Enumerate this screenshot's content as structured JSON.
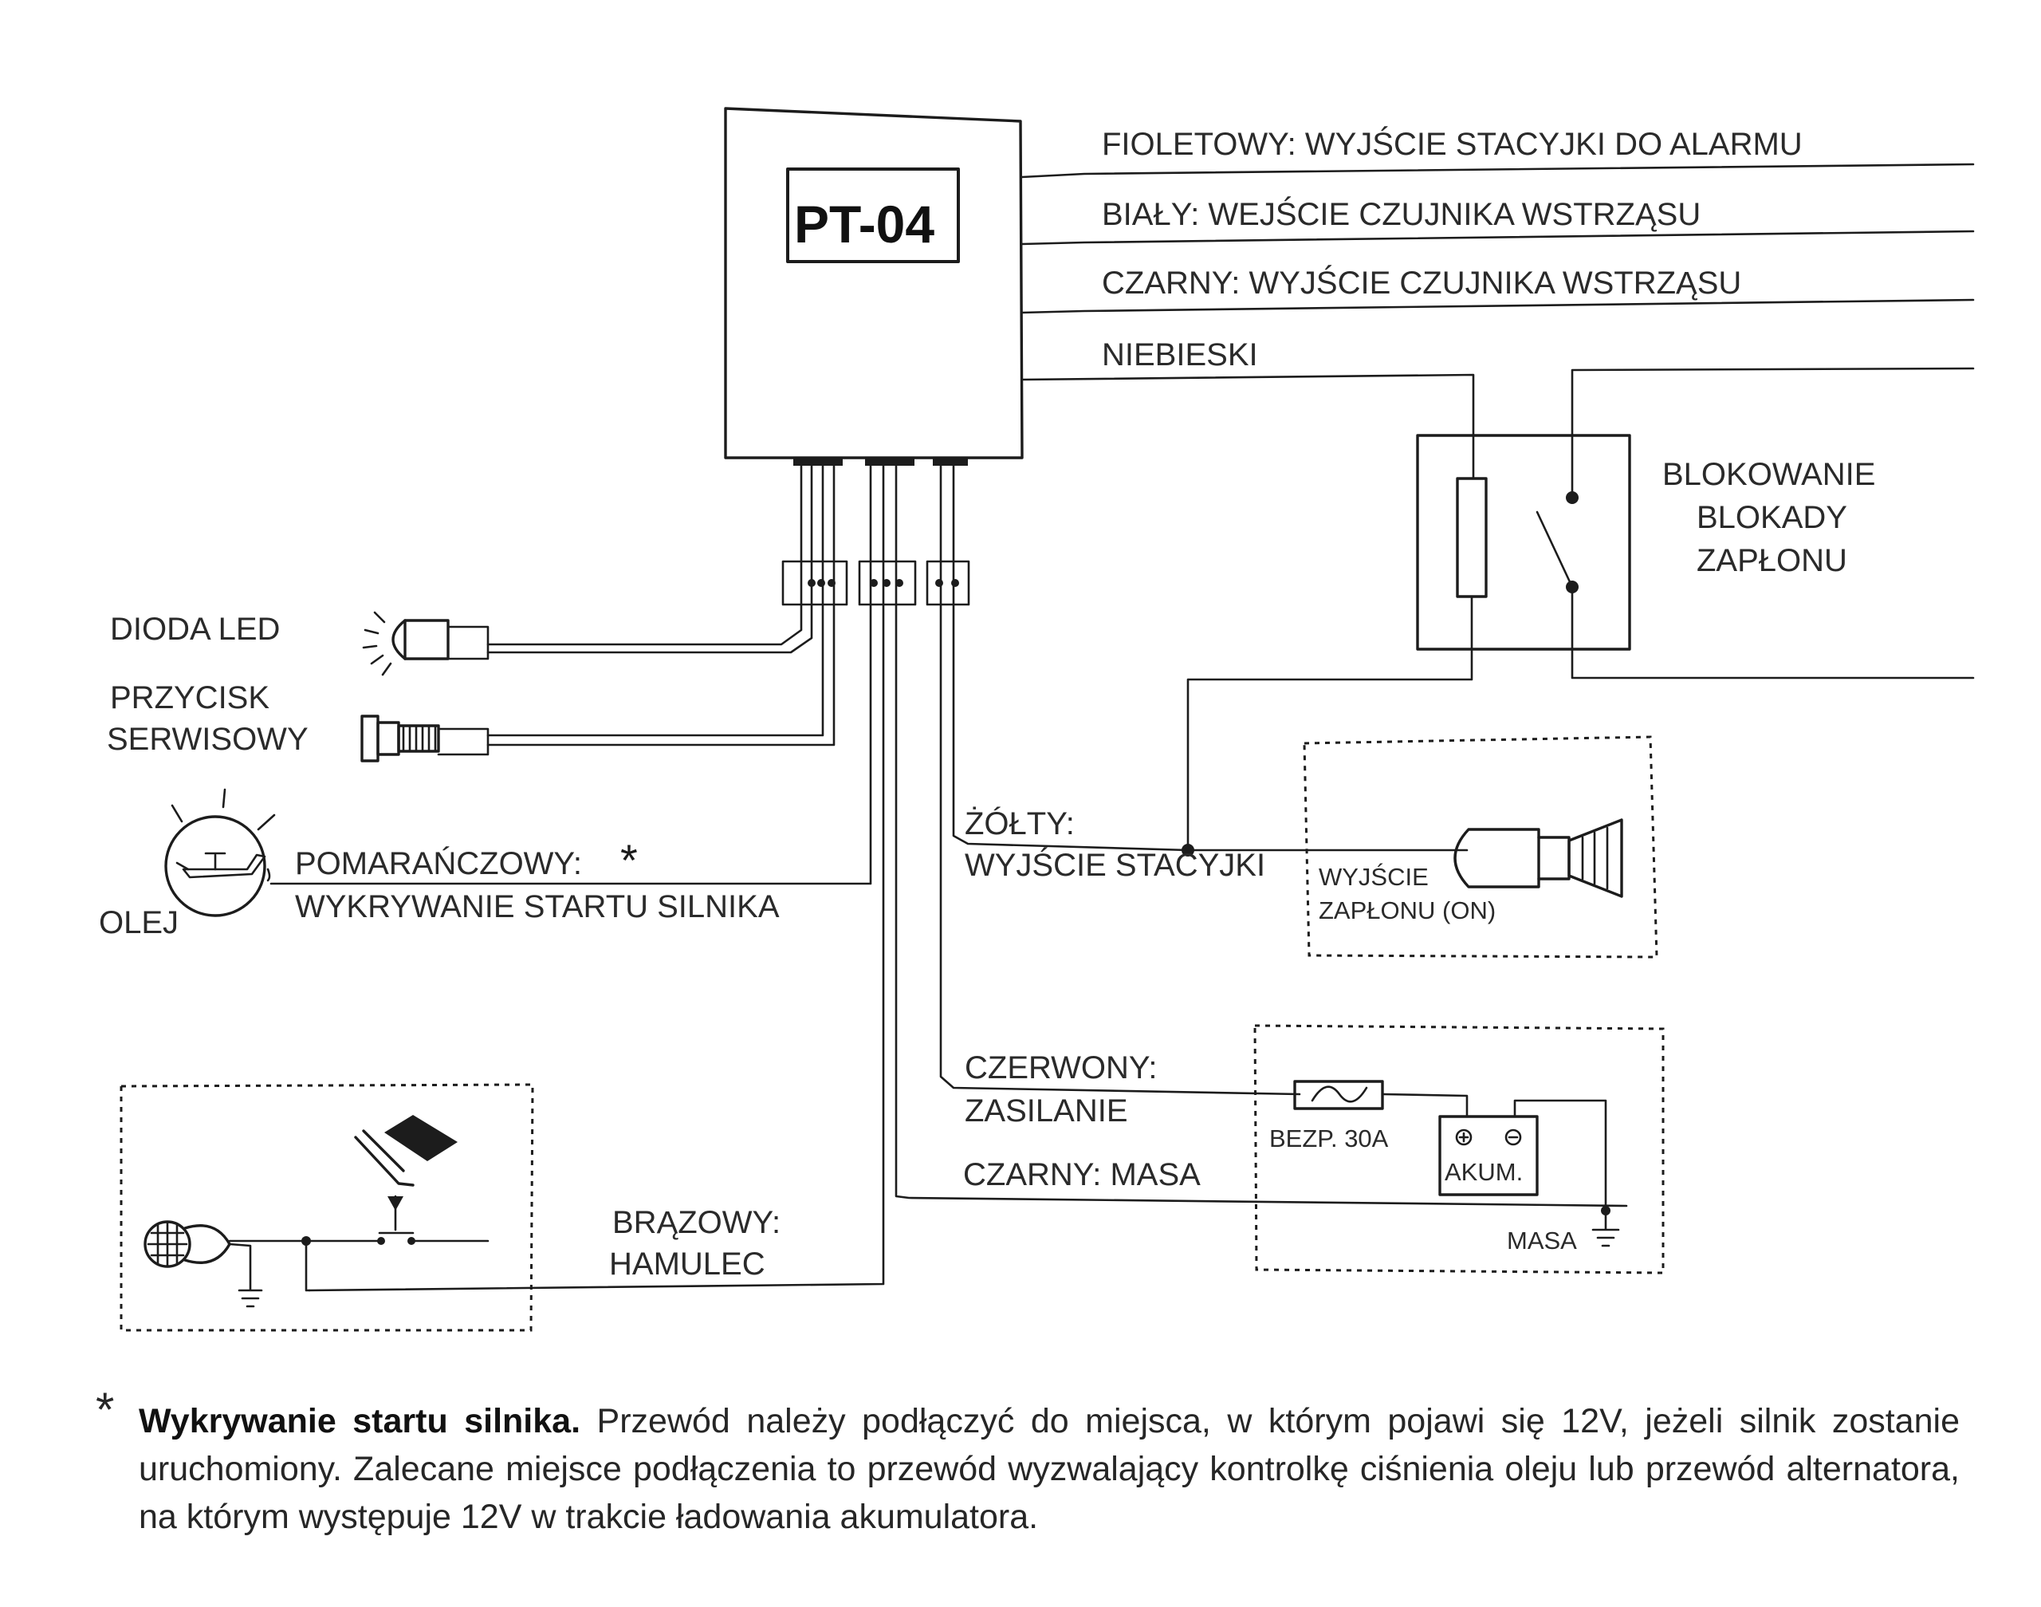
{
  "module": {
    "name": "PT-04"
  },
  "wires_right": [
    {
      "label": "FIOLETOWY: WYJŚCIE STACYJKI DO ALARMU"
    },
    {
      "label": "BIAŁY: WEJŚCIE CZUJNIKA WSTRZĄSU"
    },
    {
      "label": "CZARNY: WYJŚCIE CZUJNIKA WSTRZĄSU"
    },
    {
      "label": "NIEBIESKI"
    }
  ],
  "relay": {
    "line1": "BLOKOWANIE",
    "line2": "BLOKADY",
    "line3": "ZAPŁONU"
  },
  "left_components": {
    "led": "DIODA LED",
    "button_line1": "PRZYCISK",
    "button_line2": "SERWISOWY",
    "oil": "OLEJ"
  },
  "orange_wire": {
    "line1": "POMARAŃCZOWY:",
    "marker": "*",
    "line2": "WYKRYWANIE STARTU SILNIKA"
  },
  "yellow_wire": {
    "line1": "ŻÓŁTY:",
    "line2": "WYJŚCIE STACYJKI"
  },
  "ignition_box": {
    "line1": "WYJŚCIE",
    "line2": "ZAPŁONU (ON)"
  },
  "red_wire": {
    "line1": "CZERWONY:",
    "line2": "ZASILANIE"
  },
  "black_wire": {
    "label": "CZARNY: MASA"
  },
  "power_box": {
    "fuse": "BEZP. 30A",
    "battery": "AKUM.",
    "ground": "MASA"
  },
  "brown_wire": {
    "line1": "BRĄZOWY:",
    "line2": "HAMULEC"
  },
  "footnote": {
    "star": "*",
    "title": "Wykrywanie startu silnika.",
    "body": "Przewód należy podłączyć do miejsca, w którym pojawi się 12V, jeżeli silnik zostanie uruchomiony. Zalecane miejsce podłączenia to przewód wyzwalający kontrolkę ciśnienia oleju lub przewód alternatora, na którym występuje 12V w trakcie ładowania akumulatora."
  }
}
